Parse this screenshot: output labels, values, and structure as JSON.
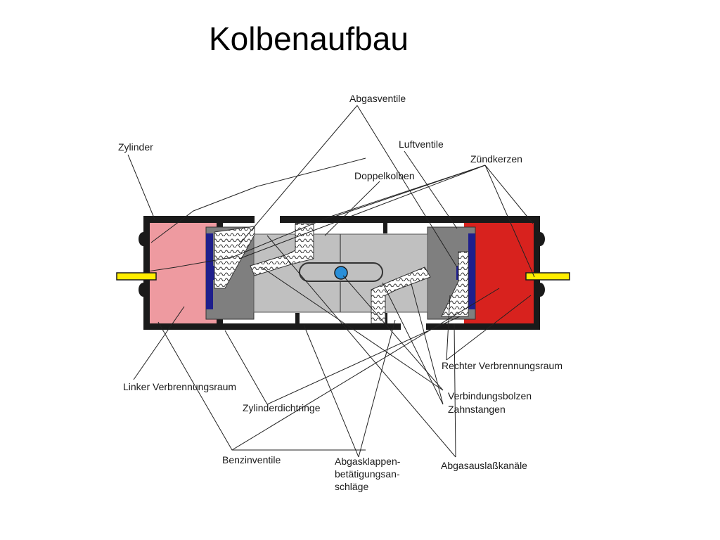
{
  "title": "Kolbenaufbau",
  "colors": {
    "left_chamber": "#ee9aa0",
    "right_chamber": "#d8221e",
    "wall": "#1a1a1a",
    "piston_dark": "#7f7f7f",
    "piston_light": "#c0c0c0",
    "ring_blue": "#1f1f8c",
    "spark_plug": "#ffee00",
    "bolt": "#2a8fd8"
  },
  "labels": {
    "abgasventile": "Abgasventile",
    "zylinder": "Zylinder",
    "luftventile": "Luftventile",
    "zuendkerzen": "Zündkerzen",
    "doppelkolben": "Doppelkolben",
    "rechter_verbrennungsraum": "Rechter Verbrennungsraum",
    "linker_verbrennungsraum": "Linker Verbrennungsraum",
    "verbindungsbolzen": "Verbindungsbolzen",
    "zahnstangen": "Zahnstangen",
    "zylinderdichtringe": "Zylinderdichtringe",
    "benzinventile": "Benzinventile",
    "abgasklappen_1": "Abgasklappen-",
    "abgasklappen_2": "betätigungsan-",
    "abgasklappen_3": "schläge",
    "abgasauslasskanaele": "Abgasauslaßkanäle"
  }
}
